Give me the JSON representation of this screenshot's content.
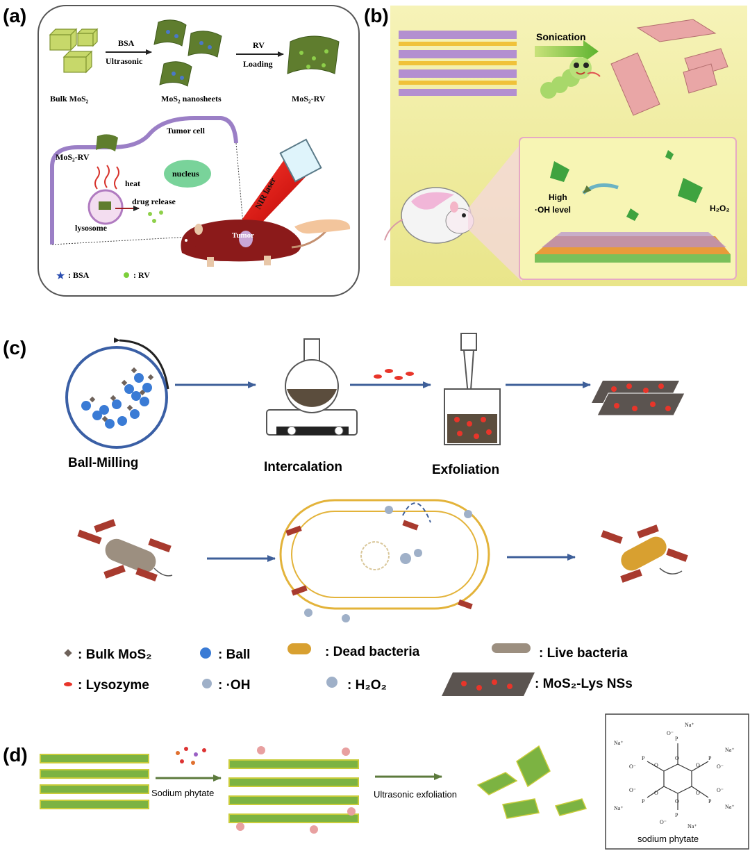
{
  "panels": {
    "a": {
      "label": "(a)",
      "step1_reagent": "BSA",
      "step1_condition": "Ultrasonic",
      "step2_reagent": "RV",
      "step2_condition": "Loading",
      "bulk_label": "Bulk MoS₂",
      "nanosheets_label": "MoS₂ nanosheets",
      "loaded_label": "MoS₂-RV",
      "tumor_cell_label": "Tumor cell",
      "mos2rv_label": "MoS₂-RV",
      "nucleus_label": "nucleus",
      "heat_label": "heat",
      "drug_release_label": "drug release",
      "lysosome_label": "lysosome",
      "laser_label": "NIR laser",
      "tumor_label": "Tumor",
      "legend_bsa": ": BSA",
      "legend_rv": ": RV"
    },
    "b": {
      "label": "(b)",
      "sonication_label": "Sonication",
      "high_oh_line1": "High",
      "high_oh_line2": "·OH level",
      "h2o2_label": "H₂O₂"
    },
    "c": {
      "label": "(c)",
      "ball_milling_label": "Ball-Milling",
      "intercalation_label": "Intercalation",
      "exfoliation_label": "Exfoliation",
      "legend": {
        "bulk": ": Bulk MoS₂",
        "ball": ": Ball",
        "dead": ": Dead bacteria",
        "live": ": Live bacteria",
        "lysozyme": ": Lysozyme",
        "oh": ": ·OH",
        "h2o2": ": H₂O₂",
        "nss": ": MoS₂-Lys NSs"
      }
    },
    "d": {
      "label": "(d)",
      "arrow1_label": "Sodium phytate",
      "arrow2_label": "Ultrasonic exfoliation",
      "structure_caption": "sodium phytate",
      "na_label": "Na⁺",
      "o_minus": "O⁻",
      "p_label": "P",
      "o_label": "O"
    }
  },
  "colors": {
    "panel_a_border": "#555555",
    "panel_b_bg": "#f1ee9c",
    "arrow_blue": "#3e5f99",
    "mos2_green": "#6b8f2a",
    "lysozyme_red": "#e8352a",
    "ball_blue": "#3a7bd5",
    "sheet_dark": "#5b5450"
  }
}
